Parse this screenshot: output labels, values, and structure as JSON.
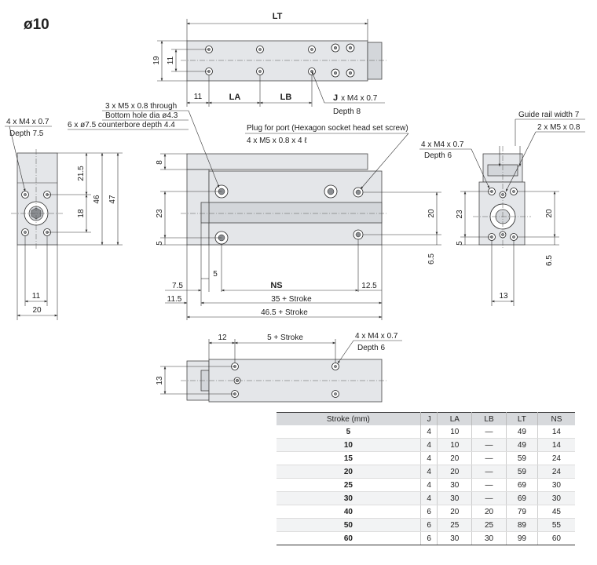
{
  "title": "ø10",
  "top_view": {
    "lt": "LT",
    "h19": "19",
    "h11": "11",
    "w11": "11",
    "la": "LA",
    "lb": "LB",
    "j": "J",
    "j_thread": "x M4 x 0.7",
    "j_depth": "Depth 8"
  },
  "left_view": {
    "thread": "4 x M4 x 0.7",
    "depth": "Depth 7.5",
    "d21_5": "21.5",
    "d46": "46",
    "d47": "47",
    "d18": "18",
    "d11": "11",
    "d20": "20"
  },
  "front_view": {
    "note1": "3 x M5 x 0.8 through",
    "note2": "Bottom hole dia ø4.3",
    "note3": "6 x ø7.5 counterbore depth 4.4",
    "port1": "Plug for port (Hexagon socket head set screw)",
    "port2": "4 x M5 x 0.8 x 4 ℓ",
    "d8": "8",
    "d23": "23",
    "d5a": "5",
    "d20": "20",
    "d6_5": "6.5",
    "d7_5": "7.5",
    "d5b": "5",
    "ns": "NS",
    "d12_5": "12.5",
    "d11_5": "11.5",
    "d35": "35 + Stroke",
    "d46_5": "46.5 + Stroke"
  },
  "right_view": {
    "guide": "Guide rail width 7",
    "m5": "2 x M5 x 0.8",
    "thread": "4 x M4 x 0.7",
    "depth": "Depth 6",
    "d23": "23",
    "d5": "5",
    "d20": "20",
    "d6_5": "6.5",
    "d13": "13"
  },
  "bottom_view": {
    "d12": "12",
    "d5s": "5 + Stroke",
    "thread": "4 x M4 x 0.7",
    "depth": "Depth 6",
    "d13": "13"
  },
  "table": {
    "headers": [
      "Stroke (mm)",
      "J",
      "LA",
      "LB",
      "LT",
      "NS"
    ],
    "rows": [
      [
        "5",
        "4",
        "10",
        "—",
        "49",
        "14"
      ],
      [
        "10",
        "4",
        "10",
        "—",
        "49",
        "14"
      ],
      [
        "15",
        "4",
        "20",
        "—",
        "59",
        "24"
      ],
      [
        "20",
        "4",
        "20",
        "—",
        "59",
        "24"
      ],
      [
        "25",
        "4",
        "30",
        "—",
        "69",
        "30"
      ],
      [
        "30",
        "4",
        "30",
        "—",
        "69",
        "30"
      ],
      [
        "40",
        "6",
        "20",
        "20",
        "79",
        "45"
      ],
      [
        "50",
        "6",
        "25",
        "25",
        "89",
        "55"
      ],
      [
        "60",
        "6",
        "30",
        "30",
        "99",
        "60"
      ]
    ]
  }
}
